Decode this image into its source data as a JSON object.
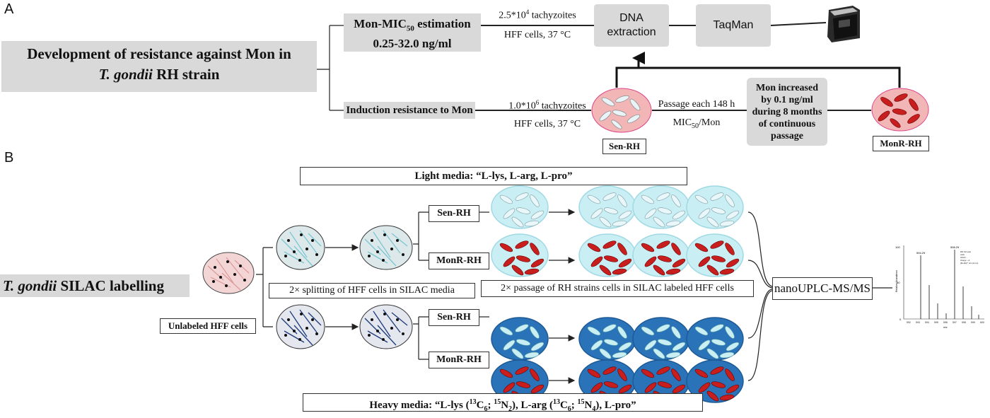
{
  "panels": {
    "a_letter": "A",
    "b_letter": "B"
  },
  "panel_a": {
    "main_title_line1": "Development of resistance against Mon in",
    "main_title_italic": "T. gondii",
    "main_title_line2_rest": " RH strain",
    "mic_label": "Mon-MIC",
    "mic_sub": "50",
    "mic_label_rest": " estimation",
    "mic_range": "0.25-32.0 ng/ml",
    "top_conc_prefix": "2.5*10",
    "top_conc_sup": "4",
    "top_conc_suffix": " tachyzoites",
    "top_conditions": "HFF cells, 37 °C",
    "dna_line1": "DNA",
    "dna_line2": "extraction",
    "taqman": "TaqMan",
    "induction": "Induction resistance to Mon",
    "ind_conc_prefix": "1.0*10",
    "ind_conc_sup": "6",
    "ind_conc_suffix": " tachyzoites",
    "ind_conditions": "HFF cells, 37 °C",
    "passage": "Passage each 148 h",
    "passage_mic": "MIC",
    "passage_mic_sub": "50",
    "passage_mic_rest": "/Mon",
    "increase_text": "Mon increased by 0.1 ng/ml during 8 months of continuous passage",
    "sen_label": "Sen-RH",
    "monr_label": "MonR-RH"
  },
  "panel_b": {
    "silac_italic": "T. gondii",
    "silac_rest": " SILAC labelling",
    "light_media": "Light media: “L-lys, L-arg, L-pro”",
    "heavy_prefix": "Heavy media: “L-lys (",
    "heavy_c_sup": "13",
    "heavy_c": "C",
    "heavy_c_sub": "6",
    "heavy_sep1": "; ",
    "heavy_n_sup": "15",
    "heavy_n": "N",
    "heavy_n_sub": "2",
    "heavy_mid": "), L-arg (",
    "heavy_c2_sup": "13",
    "heavy_c2": "C",
    "heavy_c2_sub": "6",
    "heavy_sep2": "; ",
    "heavy_n2_sup": "15",
    "heavy_n2": "N",
    "heavy_n2_sub": "4",
    "heavy_end": "), L-pro”",
    "unlabeled": "Unlabeled HFF cells",
    "splitting": "2× splitting of HFF cells in SILAC media",
    "passage_note": "2× passage of RH strains cells in SILAC labeled HFF cells",
    "sen_light": "Sen-RH",
    "monr_light": "MonR-RH",
    "sen_heavy": "Sen-RH",
    "monr_heavy": "MonR-RH",
    "nanouplc": "nanoUPLC-MS/MS"
  },
  "spectrum": {
    "peak1_label": "594.29",
    "peak2_label": "598.29",
    "x_ticks": [
      "592",
      "593",
      "594",
      "595",
      "596",
      "597",
      "598",
      "599",
      "600"
    ],
    "y_ticks": [
      "100",
      "50",
      "0"
    ],
    "x_axis_label": "m/z",
    "y_axis_label": "Relative Abundance",
    "annot_lines": [
      "MS full scan",
      "Actin",
      "HSCF…",
      "charge: +2",
      "[M+2H]²⁺ Δm (Δ ms)"
    ]
  },
  "colors": {
    "grey_box": "#d9d9d9",
    "light_cell": "#c9eef3",
    "heavy_cell": "#2a73b8",
    "red_parasite": "#c81e1e",
    "pink_cell": "#f3b9b9"
  }
}
